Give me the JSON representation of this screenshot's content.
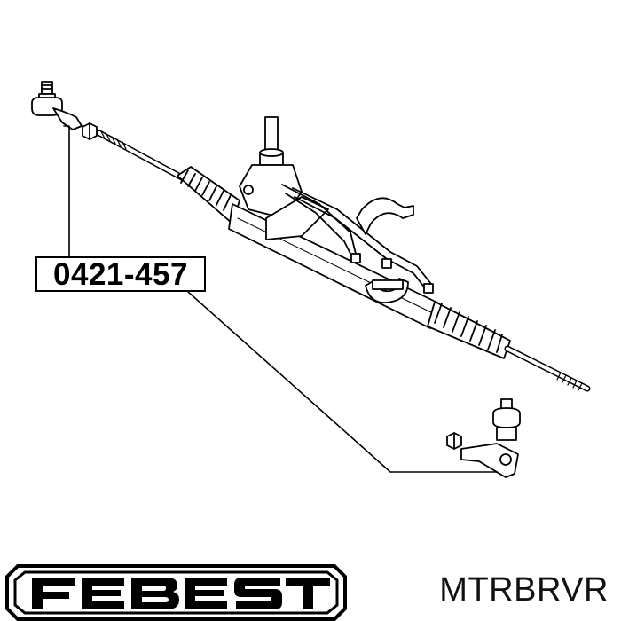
{
  "diagram": {
    "part_number": "0421-457"
  },
  "footer": {
    "brand": "FEBEST",
    "code": "MTRBRVR"
  }
}
